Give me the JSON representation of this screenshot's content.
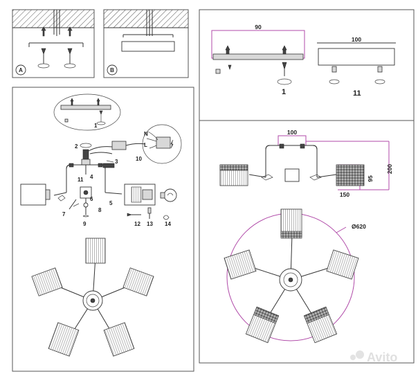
{
  "panels": {
    "a_label": "A",
    "b_label": "B"
  },
  "dimensions": {
    "top_width": "90",
    "top_width_alt": "100",
    "arm_width": "100",
    "height_total": "200",
    "height_arm": "95",
    "cup_width": "150",
    "diameter": "Ø620"
  },
  "part_labels": {
    "p1": "1",
    "p2": "2",
    "p3": "3",
    "p4": "4",
    "p5": "5",
    "p6": "6",
    "p7": "7",
    "p8": "8",
    "p9": "9",
    "p10": "10",
    "p11": "11",
    "p12": "12",
    "p13": "13",
    "p14": "14",
    "callout_1": "1",
    "callout_11": "11",
    "wire_n": "N",
    "wire_l": "L"
  },
  "watermark": {
    "text": "Avito"
  }
}
